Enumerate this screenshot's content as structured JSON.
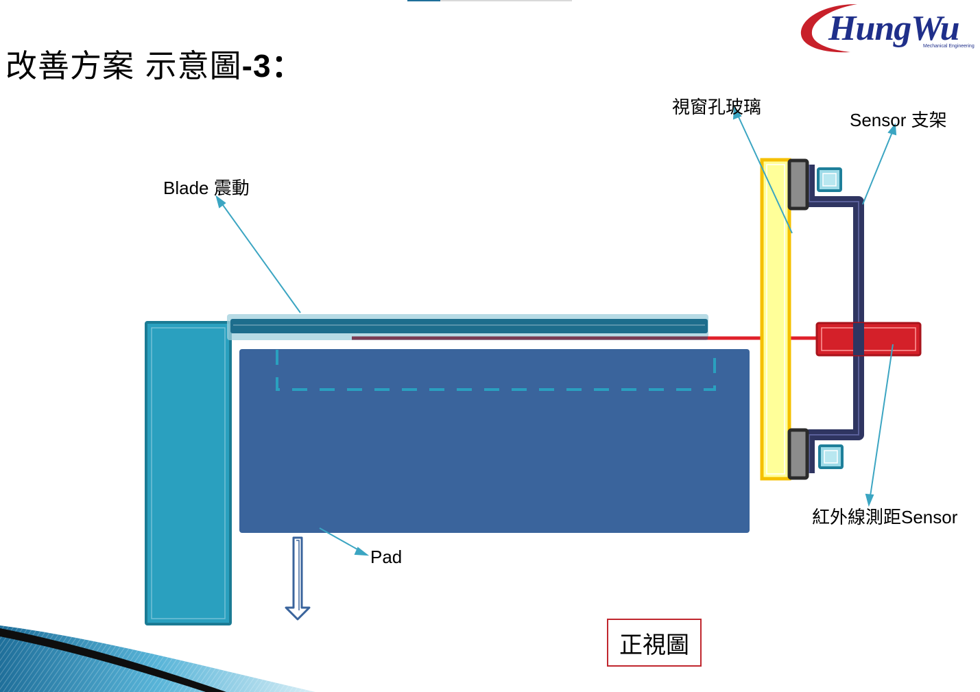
{
  "slide": {
    "title_main": "改善方案 示意圖",
    "title_suffix": "-3：",
    "view_label": "正視圖"
  },
  "logo": {
    "name": "HungWu",
    "subtitle": "Mechanical Engineering"
  },
  "labels": {
    "blade": "Blade 震動",
    "pad": "Pad",
    "window_glass": "視窗孔玻璃",
    "sensor_bracket": "Sensor 支架",
    "ir_sensor": "紅外線測距Sensor"
  },
  "colors": {
    "base": "#2aa0bf",
    "base_edge": "#1b7b94",
    "pad": "#3a649c",
    "blade": "#1d6d8c",
    "glass": "#ffff99",
    "glass_edge": "#f5c000",
    "bracket": "#2f3561",
    "sensor": "#d42029",
    "leader": "#3ba5c2",
    "view_box_border": "#c0262d"
  }
}
